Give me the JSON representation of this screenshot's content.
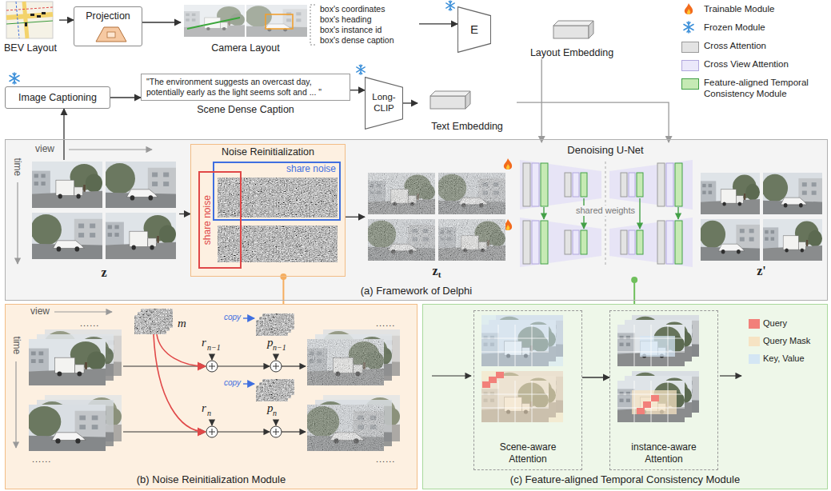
{
  "diagram": {
    "nodes": [
      {
        "text": [
          "BEV Layout"
        ]
      },
      {
        "text": [
          "Projection"
        ]
      },
      {
        "text": [
          "Camera Layout"
        ]
      },
      {
        "text": [
          "box's coordinates",
          "box's heading",
          "box's instance id",
          "box's dense caption"
        ]
      },
      {
        "text": [
          "E"
        ]
      },
      {
        "text": [
          "Layout Embedding"
        ]
      },
      {
        "text": [
          "Image Captioning"
        ]
      },
      {
        "text": [
          "\"The environment suggests an overcast day, potentially early as the light seems soft and ... \"",
          "Scene Dense Caption"
        ]
      },
      {
        "text": [
          "Long-CLIP"
        ]
      },
      {
        "text": [
          "Text Embedding"
        ]
      },
      {
        "text": [
          "(a) Framework of Delphi"
        ]
      },
      {
        "text": [
          "z"
        ],
        "in": 10
      },
      {
        "text": [
          "Noise Reinitialization"
        ],
        "in": 10
      },
      {
        "text": [
          "share noise"
        ],
        "in": 12
      },
      {
        "text": [
          "share noise"
        ],
        "in": 12
      },
      {
        "text": [
          "z",
          "t"
        ],
        "in": 10
      },
      {
        "text": [
          "Denoising U-Net"
        ],
        "in": 10
      },
      {
        "text": [
          "z'"
        ],
        "in": 10
      },
      {
        "text": [
          "(b) Noise Reinitialization Module"
        ]
      },
      {
        "text": [
          "(c) Feature-aligned Temporal Consistency Module"
        ]
      },
      {
        "text": [
          "Scene-aware Attention"
        ],
        "in": 19
      },
      {
        "text": [
          "instance-aware Attention"
        ],
        "in": 19
      }
    ],
    "edges": [
      {
        "from": 0,
        "to": 1,
        "arrow": "to"
      },
      {
        "from": 1,
        "to": 2,
        "arrow": "to"
      },
      {
        "from": 3,
        "to": 4,
        "arrow": "to"
      },
      {
        "from": 5,
        "to": 16,
        "arrow": "to"
      },
      {
        "from": 11,
        "to": 6,
        "arrow": "to"
      },
      {
        "from": 6,
        "to": 7,
        "arrow": "to"
      },
      {
        "from": 7,
        "to": 8,
        "arrow": "to"
      },
      {
        "from": 8,
        "to": 9,
        "arrow": "to"
      },
      {
        "from": 9,
        "to": 16,
        "arrow": "to"
      },
      {
        "from": 11,
        "to": 12,
        "arrow": "to"
      },
      {
        "from": 12,
        "to": 15,
        "arrow": "to"
      },
      {
        "from": 12,
        "to": 18,
        "arrow": "none"
      },
      {
        "from": 16,
        "to": 19,
        "arrow": "none"
      },
      {
        "from": 20,
        "to": 21,
        "arrow": "to"
      }
    ],
    "labels": [
      "view",
      "time",
      "shared weights",
      "view",
      "time",
      "m",
      "r",
      "n−1",
      "p",
      "n−1",
      "copy",
      "r",
      "n",
      "p",
      "n",
      "copy",
      "......",
      "......",
      "......",
      "......"
    ],
    "legend": [
      {
        "text": "Trainable Module"
      },
      {
        "text": "Frozen Module"
      },
      {
        "text": "Cross Attention",
        "color": "#e3e3e3"
      },
      {
        "text": "Cross View Attention",
        "color": "#ebe8fa"
      },
      {
        "text": "Feature-aligned Temporal Consistency Module",
        "color": "#c6eab4"
      },
      {
        "text": "Query",
        "color": "#f2807a"
      },
      {
        "text": "Query Mask",
        "color": "#f6e3c3"
      },
      {
        "text": "Key, Value",
        "color": "#d4e6f4"
      }
    ]
  }
}
